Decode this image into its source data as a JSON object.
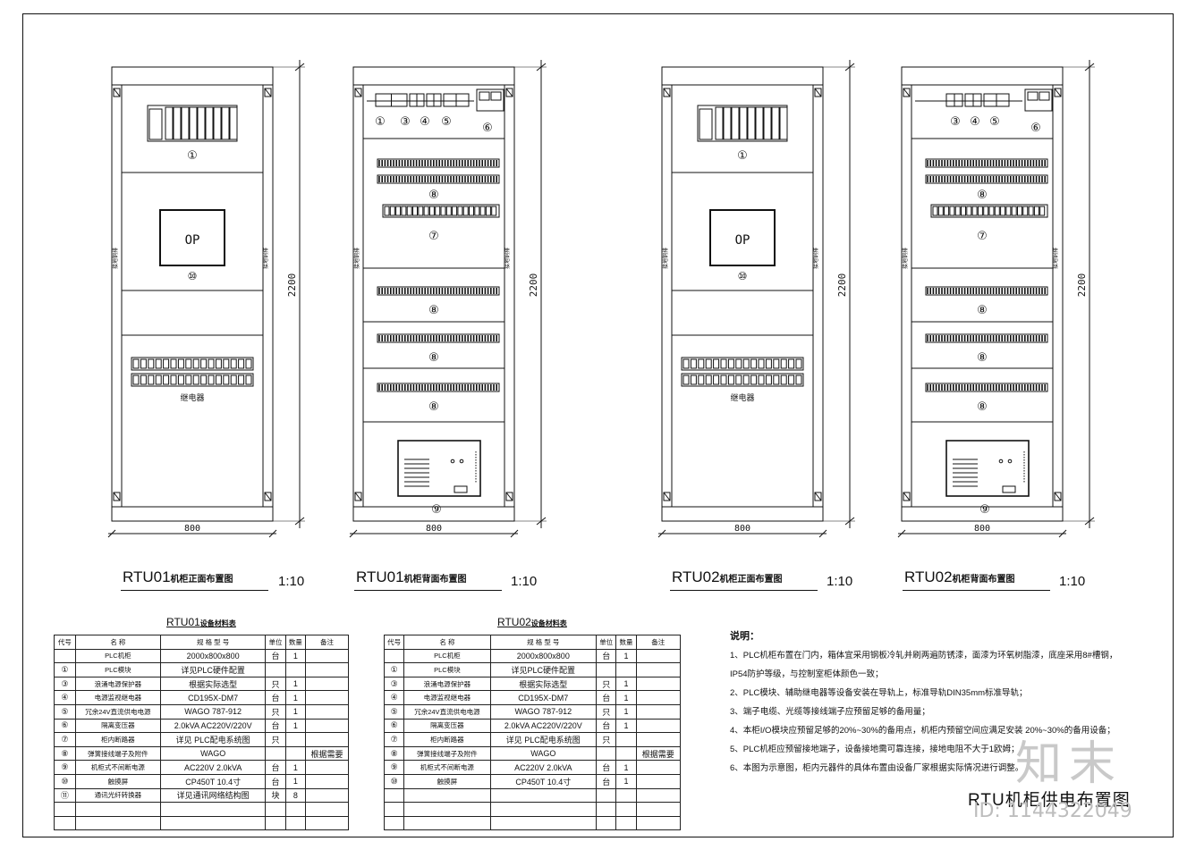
{
  "dims": {
    "height": "2200",
    "width": "800"
  },
  "cabinet_labels": {
    "plc_index": "①",
    "op_text": "OP",
    "op_index": "⑩",
    "relay_label": "继电器",
    "side_rail": "接地铜排",
    "top_indices_rtu01": [
      "①",
      "③",
      "④",
      "⑤"
    ],
    "top_indices_rtu02": [
      "③",
      "④",
      "⑤"
    ],
    "psu_index": "⑥",
    "terminal_index": "⑧",
    "breaker_index": "⑦",
    "ups_index": "⑨"
  },
  "drawings": [
    {
      "title_main": "RTU01",
      "title_sub": "机柜正面布置图",
      "scale": "1:10"
    },
    {
      "title_main": "RTU01",
      "title_sub": "机柜背面布置图",
      "scale": "1:10"
    },
    {
      "title_main": "RTU02",
      "title_sub": "机柜正面布置图",
      "scale": "1:10"
    },
    {
      "title_main": "RTU02",
      "title_sub": "机柜背面布置图",
      "scale": "1:10"
    }
  ],
  "bom_header": [
    "代号",
    "名 称",
    "规 格 型 号",
    "单位",
    "数量",
    "备注"
  ],
  "bom_tables": [
    {
      "caption_main": "RTU01",
      "caption_sub": "设备材料表",
      "rows": [
        [
          "",
          "PLC机柜",
          "2000x800x800",
          "台",
          "1",
          ""
        ],
        [
          "①",
          "PLC模块",
          "详见PLC硬件配置",
          "",
          "",
          ""
        ],
        [
          "③",
          "浪涌电源保护器",
          "根据实际选型",
          "只",
          "1",
          ""
        ],
        [
          "④",
          "电源监视继电器",
          "CD195X-DM7",
          "台",
          "1",
          ""
        ],
        [
          "⑤",
          "冗余24V直流供电电源",
          "WAGO 787-912",
          "只",
          "1",
          ""
        ],
        [
          "⑥",
          "隔离变压器",
          "2.0kVA AC220V/220V",
          "台",
          "1",
          ""
        ],
        [
          "⑦",
          "柜内断路器",
          "详见 PLC配电系统图",
          "只",
          "",
          ""
        ],
        [
          "⑧",
          "弹簧接线端子及附件",
          "WAGO",
          "",
          "",
          "根据需要"
        ],
        [
          "⑨",
          "机柜式不间断电源",
          "AC220V 2.0kVA",
          "台",
          "1",
          ""
        ],
        [
          "⑩",
          "触摸屏",
          "CP450T 10.4寸",
          "台",
          "1",
          ""
        ],
        [
          "⑪",
          "通讯光纤转换器",
          "详见通讯网络结构图",
          "块",
          "8",
          ""
        ],
        [
          "",
          "",
          "",
          "",
          "",
          ""
        ],
        [
          "",
          "",
          "",
          "",
          "",
          ""
        ]
      ]
    },
    {
      "caption_main": "RTU02",
      "caption_sub": "设备材料表",
      "rows": [
        [
          "",
          "PLC机柜",
          "2000x800x800",
          "台",
          "1",
          ""
        ],
        [
          "①",
          "PLC模块",
          "详见PLC硬件配置",
          "",
          "",
          ""
        ],
        [
          "③",
          "浪涌电源保护器",
          "根据实际选型",
          "只",
          "1",
          ""
        ],
        [
          "④",
          "电源监视继电器",
          "CD195X-DM7",
          "台",
          "1",
          ""
        ],
        [
          "⑤",
          "冗余24V直流供电电源",
          "WAGO 787-912",
          "只",
          "1",
          ""
        ],
        [
          "⑥",
          "隔离变压器",
          "2.0kVA AC220V/220V",
          "台",
          "1",
          ""
        ],
        [
          "⑦",
          "柜内断路器",
          "详见 PLC配电系统图",
          "只",
          "",
          ""
        ],
        [
          "⑧",
          "弹簧接线端子及附件",
          "WAGO",
          "",
          "",
          "根据需要"
        ],
        [
          "⑨",
          "机柜式不间断电源",
          "AC220V 2.0kVA",
          "台",
          "1",
          ""
        ],
        [
          "⑩",
          "触摸屏",
          "CP450T 10.4寸",
          "台",
          "1",
          ""
        ],
        [
          "",
          "",
          "",
          "",
          "",
          ""
        ],
        [
          "",
          "",
          "",
          "",
          "",
          ""
        ],
        [
          "",
          "",
          "",
          "",
          "",
          ""
        ]
      ]
    }
  ],
  "notes": {
    "heading": "说明：",
    "items": [
      "1、PLC机柜布置在门内，箱体宜采用钢板冷轧并刷两遍防锈漆，面漆为环氧树脂漆，底座采用8#槽钢，IP54防护等级，与控制室柜体颜色一致；",
      "2、PLC模块、辅助继电器等设备安装在导轨上，标准导轨DIN35mm标准导轨；",
      "3、端子电缆、光缆等接线端子应预留足够的备用量；",
      "4、本柜I/O模块应预留足够的20%~30%的备用点，机柜内预留空间应满足安装 20%~30%的备用设备；",
      "5、PLC机柜应预留接地端子，设备接地需可靠连接，接地电阻不大于1欧姆；",
      "6、本图为示意图，柜内元器件的具体布置由设备厂家根据实际情况进行调整。"
    ]
  },
  "sheet_title": "RTU机柜供电布置图",
  "watermark": {
    "brand": "知末",
    "id": "ID: 1144322049"
  }
}
